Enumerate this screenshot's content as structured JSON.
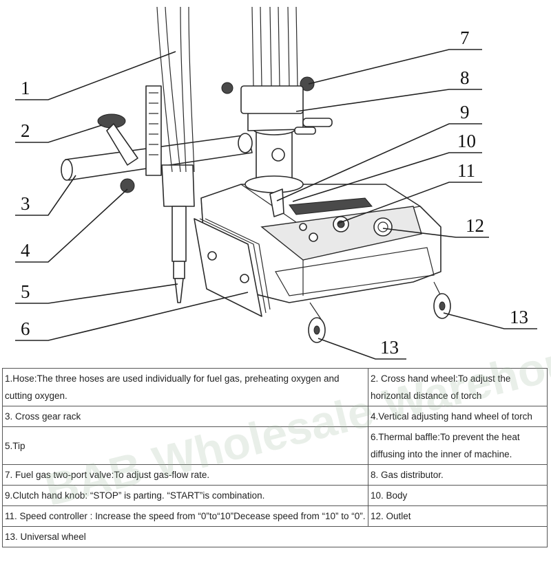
{
  "diagram": {
    "callouts": {
      "c1": "1",
      "c2": "2",
      "c3": "3",
      "c4": "4",
      "c5": "5",
      "c6": "6",
      "c7": "7",
      "c8": "8",
      "c9": "9",
      "c10": "10",
      "c11": "11",
      "c12": "12",
      "c13a": "13",
      "c13b": "13"
    }
  },
  "watermark": "BAB Wholesale Warehouse",
  "legend": {
    "rows": [
      [
        "1.Hose:The three hoses are used individually for fuel gas, preheating oxygen and cutting oxygen.",
        "2. Cross hand wheel:To adjust the horizontal distance of torch"
      ],
      [
        "3. Cross gear rack",
        "4.Vertical adjusting hand wheel of torch"
      ],
      [
        "5.Tip",
        "6.Thermal baffle:To prevent the heat diffusing into the inner of machine."
      ],
      [
        "7. Fuel gas two-port valve:To adjust gas-flow rate.",
        "8. Gas distributor."
      ],
      [
        "9.Clutch hand knob: “STOP” is parting. “START”is combination.",
        "10. Body"
      ],
      [
        "11. Speed controller : Increase the speed from “0”to“10”Decease speed from “10” to “0”.",
        "12. Outlet"
      ],
      [
        "13. Universal wheel"
      ]
    ]
  }
}
